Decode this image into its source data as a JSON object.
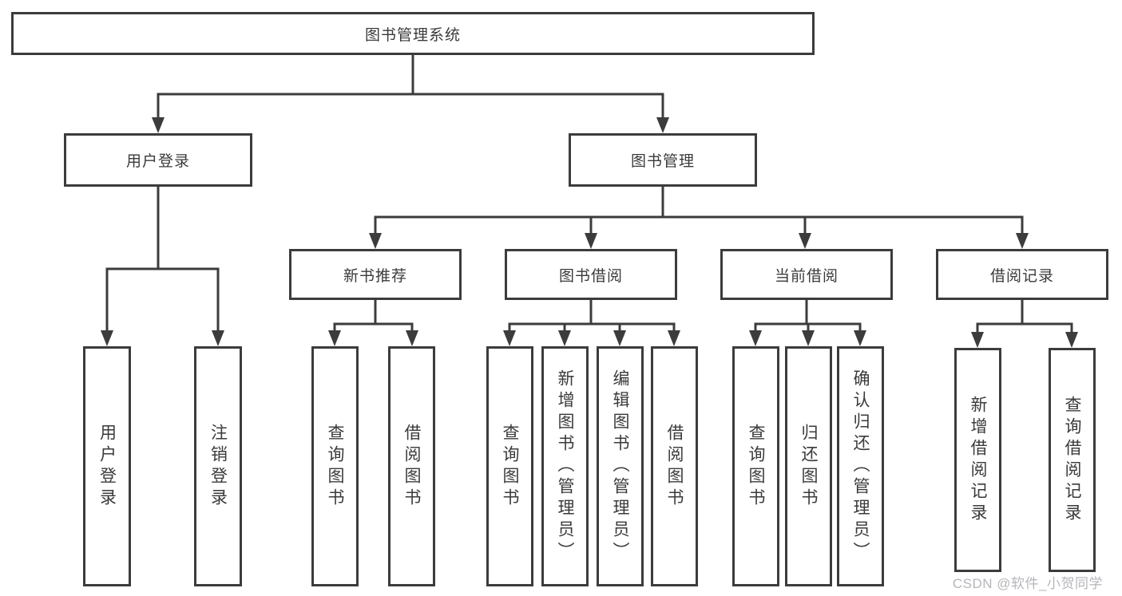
{
  "title": "图书管理系统",
  "nodes": {
    "user_login": "用户登录",
    "book_mgmt": "图书管理"
  },
  "user_login_children": [
    "用户登录",
    "注销登录"
  ],
  "modules": [
    "新书推荐",
    "图书借阅",
    "当前借阅",
    "借阅记录"
  ],
  "module_children": {
    "new_book": [
      "查询图书",
      "借阅图书"
    ],
    "book_borrow": [
      "查询图书",
      "新增图书（管理员）",
      "编辑图书（管理员）",
      "借阅图书"
    ],
    "current_borrow": [
      "查询图书",
      "归还图书",
      "确认归还（管理员）"
    ],
    "borrow_records": [
      "新增借阅记录",
      "查询借阅记录"
    ]
  },
  "watermark": "CSDN @软件_小贺同学",
  "colors": {
    "line": "#3c3c3c",
    "text": "#3a3a3a",
    "watermark": "#b4b6bb"
  }
}
